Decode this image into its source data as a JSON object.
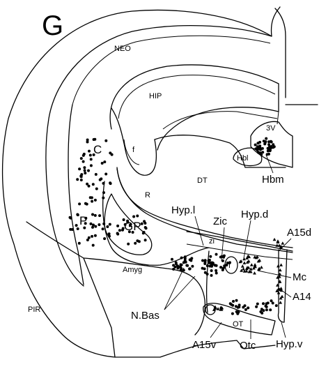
{
  "figure": {
    "panel_label": "G",
    "regions": {
      "neo": "NEO",
      "hip": "HIP",
      "third_ventricle": "3V",
      "hbl": "Hbl",
      "dt": "DT",
      "amyg": "Amyg",
      "pir": "PIR",
      "zi": "zi",
      "fornix_f": "f",
      "fornix_f2": "f",
      "r": "R",
      "c": "C",
      "p": "P",
      "gp": "GP",
      "ot": "OT"
    },
    "callouts": {
      "hbm": "Hbm",
      "hyp_l": "Hyp.l",
      "zic": "Zic",
      "hyp_d": "Hyp.d",
      "a15d": "A15d",
      "mc": "Mc",
      "a14": "A14",
      "n_bas": "N.Bas",
      "a15v": "A15v",
      "otc": "Otc",
      "hyp_v": "Hyp.v"
    },
    "colors": {
      "ink": "#000000",
      "background": "#ffffff"
    }
  }
}
